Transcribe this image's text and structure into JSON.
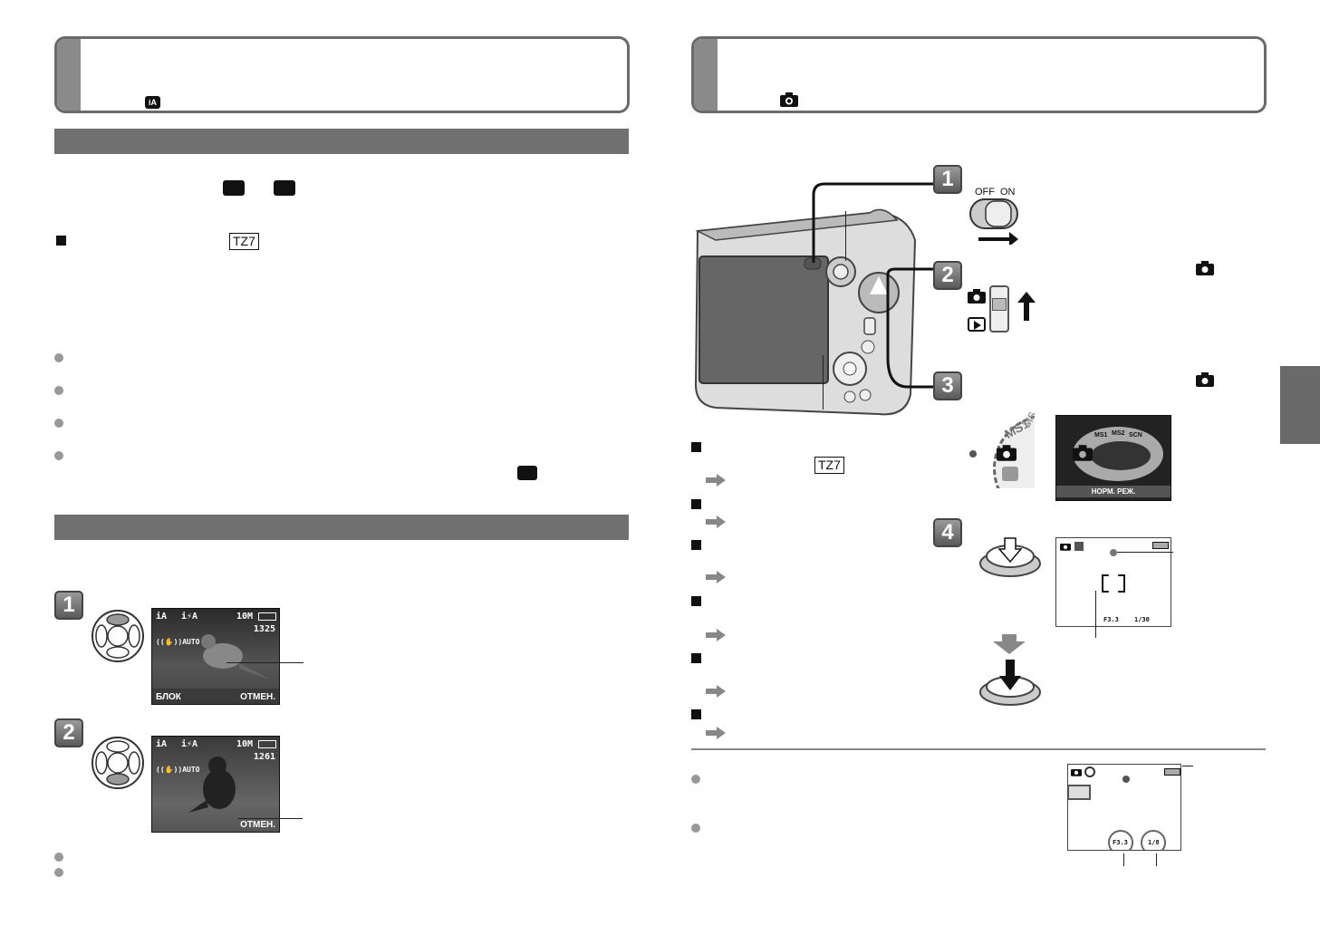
{
  "left_panel": {
    "model_badge_1": "TZ7",
    "step1_screen": {
      "top_left": "iA",
      "flash": "i⚡A",
      "resolution": "10M",
      "counter": "1325",
      "stab": "((✋))AUTO",
      "left_key": "БЛОК",
      "right_key": "ОТМЕН."
    },
    "step2_screen": {
      "top_left": "iA",
      "flash": "i⚡A",
      "resolution": "10M",
      "counter": "1261",
      "stab": "((✋))AUTO",
      "right_key": "ОТМЕН."
    }
  },
  "right_panel": {
    "switch": {
      "off": "OFF",
      "on": "ON"
    },
    "model_badge_2": "TZ7",
    "dial": {
      "ms1": "MS1",
      "ms2": "MS2"
    },
    "mode_menu": {
      "labels": [
        "MS1",
        "MS2",
        "SCN"
      ],
      "caption": "НОРМ. РЕЖ."
    },
    "focus_screen": {
      "aperture": "F3.3",
      "shutter": "1/30"
    },
    "detail_screen": {
      "aperture": "F3.3",
      "shutter": "1/8"
    }
  },
  "colors": {
    "band": "#8a8a8a",
    "section_bar": "#707070",
    "bullet_dot": "#999999",
    "side_tab": "#6a6a6a"
  }
}
